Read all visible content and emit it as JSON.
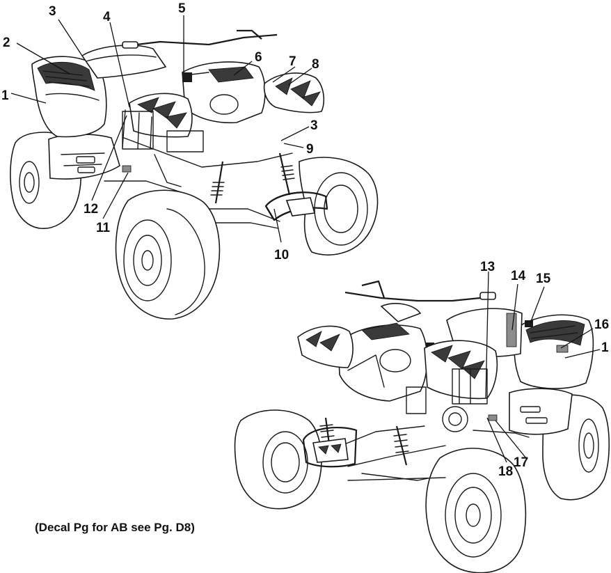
{
  "callouts": {
    "c1a": "1",
    "c2": "2",
    "c3a": "3",
    "c4": "4",
    "c5": "5",
    "c6": "6",
    "c7": "7",
    "c8": "8",
    "c3b": "3",
    "c9": "9",
    "c12": "12",
    "c11": "11",
    "c10": "10",
    "c13": "13",
    "c14": "14",
    "c15": "15",
    "c16": "16",
    "c1b": "1",
    "c18": "18",
    "c17": "17"
  },
  "note": "(Decal Pg for AB see Pg. D8)"
}
